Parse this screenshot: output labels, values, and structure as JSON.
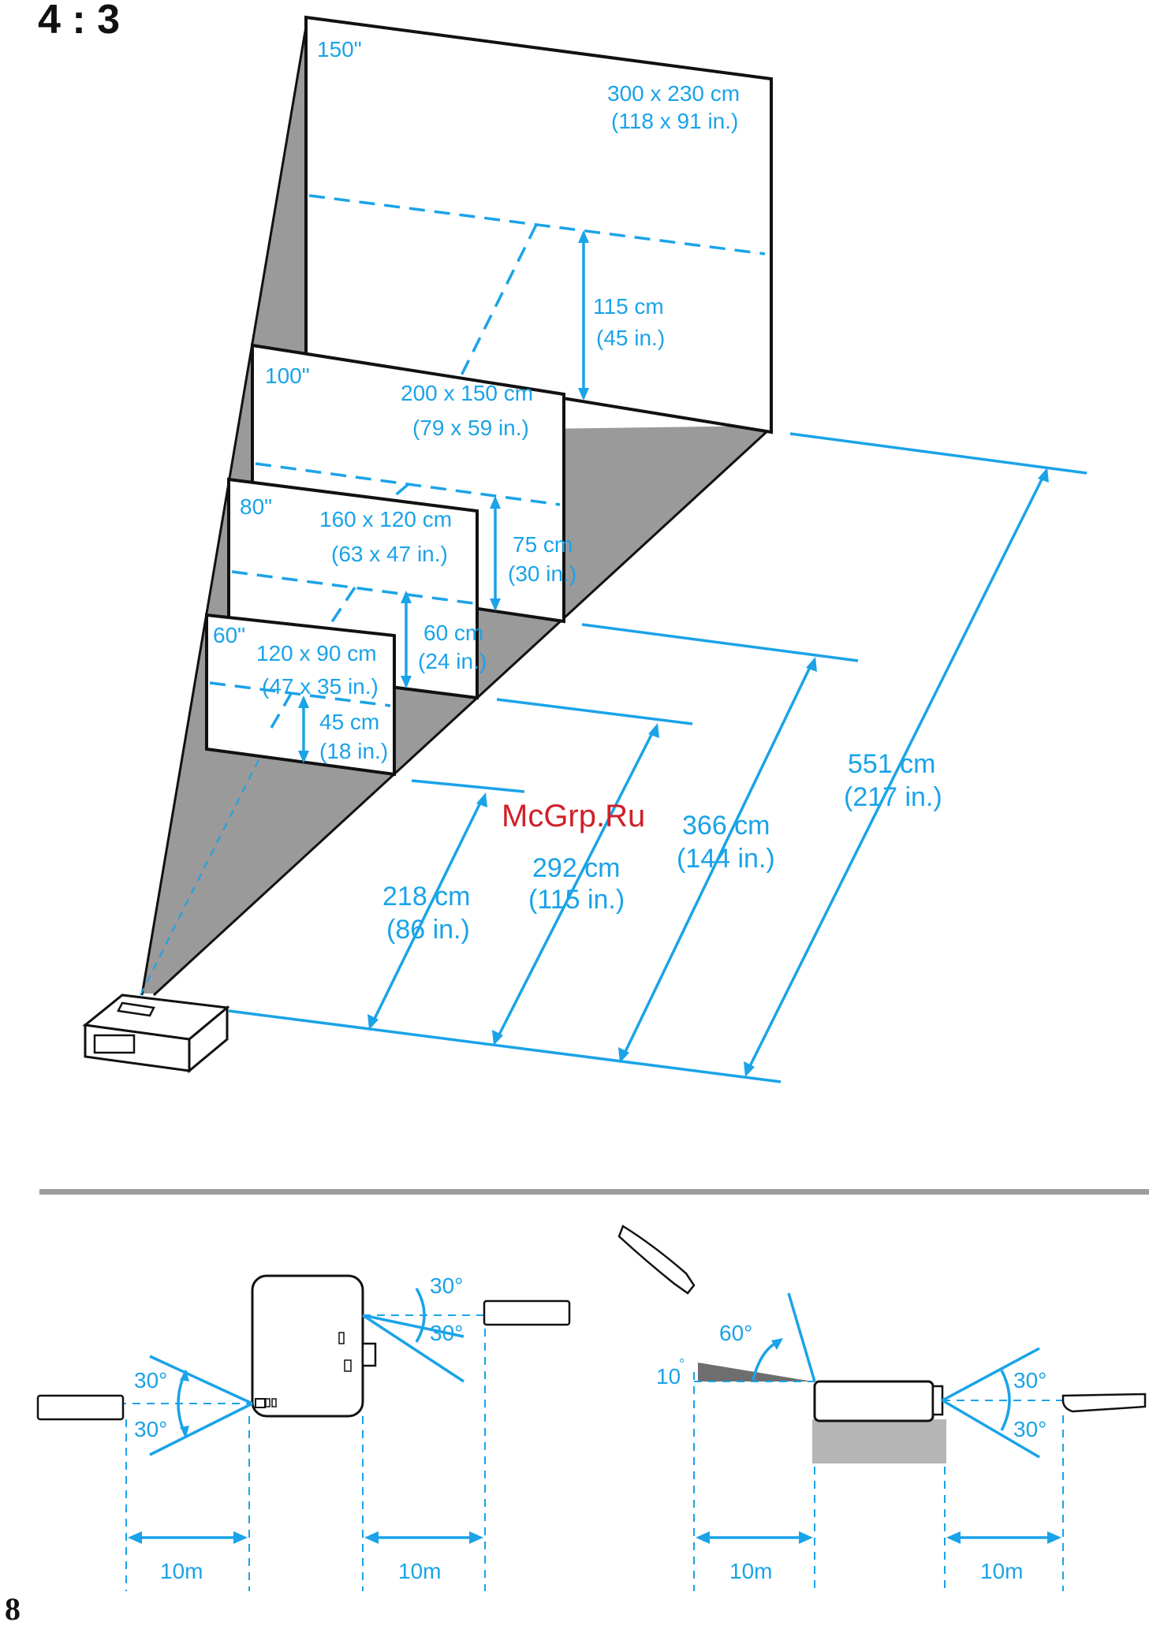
{
  "page": {
    "aspect_ratio": "4 : 3",
    "page_number": "8",
    "watermark": "McGrp.Ru"
  },
  "screens": [
    {
      "diag": "150\"",
      "size_cm": "300 x 230 cm",
      "size_in": "(118 x 91 in.)",
      "height_cm": "115 cm",
      "height_in": "(45 in.)",
      "distance_cm": "551 cm",
      "distance_in": "(217 in.)"
    },
    {
      "diag": "100\"",
      "size_cm": "200 x 150 cm",
      "size_in": "(79 x 59 in.)",
      "height_cm": "75 cm",
      "height_in": "(30 in.)",
      "distance_cm": "366 cm",
      "distance_in": "(144 in.)"
    },
    {
      "diag": "80\"",
      "size_cm": "160 x 120 cm",
      "size_in": "(63 x 47 in.)",
      "height_cm": "60 cm",
      "height_in": "(24 in.)",
      "distance_cm": "292 cm",
      "distance_in": "(115 in.)"
    },
    {
      "diag": "60\"",
      "size_cm": "120 x 90 cm",
      "size_in": "(47 x 35 in.)",
      "height_cm": "45 cm",
      "height_in": "(18 in.)",
      "distance_cm": "218 cm",
      "distance_in": "(86 in.)"
    }
  ],
  "remote_range": {
    "top_view": {
      "angle_front_up": "30°",
      "angle_front_down": "30°",
      "angle_rear_up": "30°",
      "angle_rear_down": "30°",
      "dist_front": "10m",
      "dist_rear": "10m"
    },
    "side_view": {
      "angle_up": "60°",
      "angle_down": "10",
      "degree_sign": "°",
      "angle_rear_up": "30°",
      "angle_rear_down": "30°",
      "dist_front": "10m",
      "dist_rear": "10m"
    }
  }
}
